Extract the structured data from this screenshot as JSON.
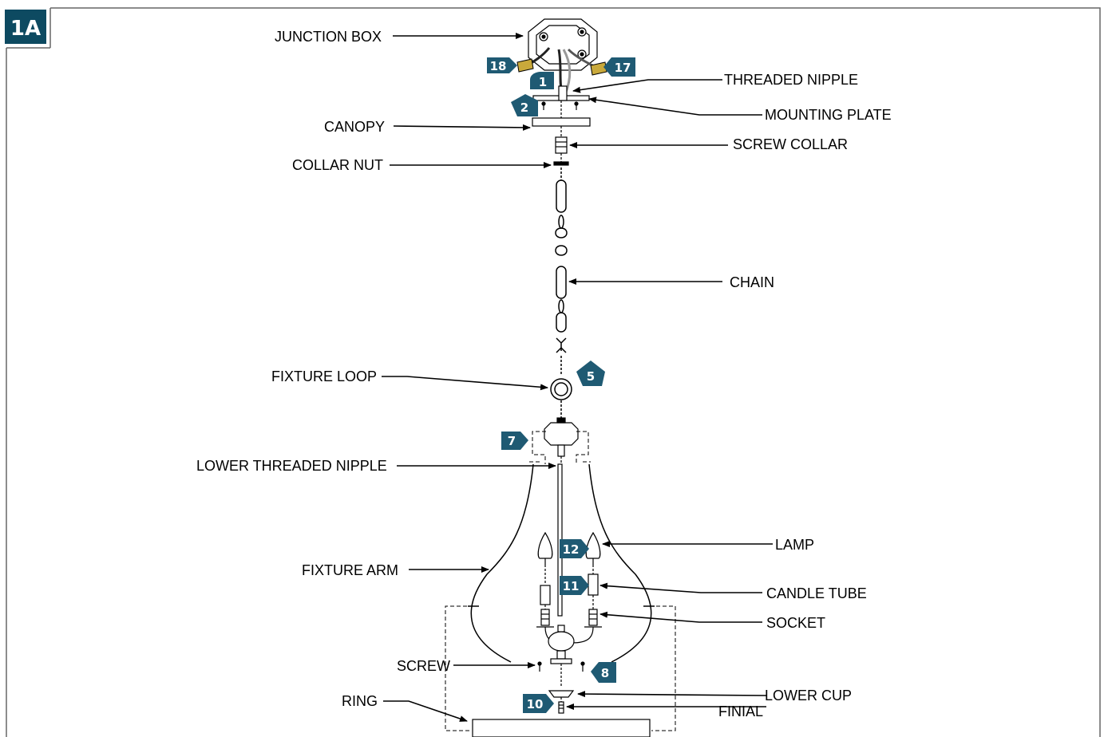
{
  "figure": {
    "label": "1A",
    "color": "#0d4a61"
  },
  "colors": {
    "badge": "#1f5a73",
    "line": "#000000",
    "border": "#666666"
  },
  "labels": {
    "junction_box": "JUNCTION BOX",
    "threaded_nipple": "THREADED NIPPLE",
    "mounting_plate": "MOUNTING PLATE",
    "canopy": "CANOPY",
    "screw_collar": "SCREW COLLAR",
    "collar_nut": "COLLAR NUT",
    "chain": "CHAIN",
    "fixture_loop": "FIXTURE LOOP",
    "lower_threaded_nipple": "LOWER THREADED NIPPLE",
    "lamp": "LAMP",
    "fixture_arm": "FIXTURE ARM",
    "candle_tube": "CANDLE TUBE",
    "socket": "SOCKET",
    "screw": "SCREW",
    "lower_cup": "LOWER CUP",
    "ring": "RING",
    "finial": "FINIAL"
  },
  "steps": {
    "s1": "1",
    "s2": "2",
    "s5": "5",
    "s7": "7",
    "s8": "8",
    "s10": "10",
    "s11": "11",
    "s12": "12",
    "s17": "17",
    "s18": "18"
  }
}
